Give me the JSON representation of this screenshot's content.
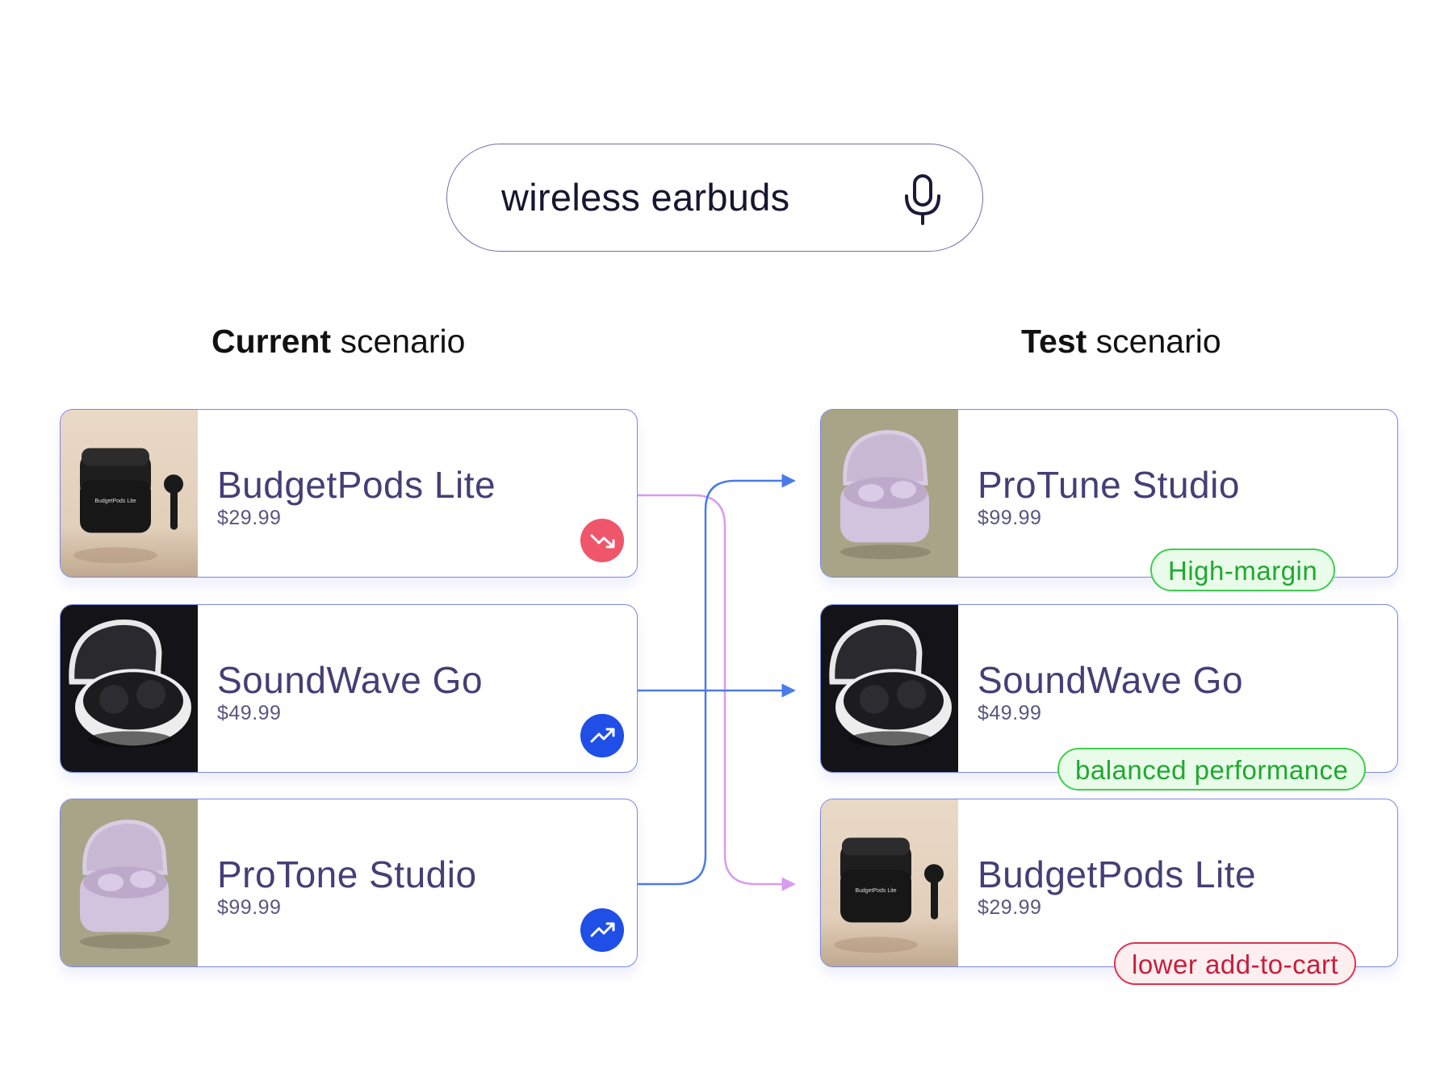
{
  "search": {
    "query": "wireless earbuds",
    "icon": "microphone-icon"
  },
  "scenarios": {
    "current": {
      "bold": "Current",
      "rest": " scenario"
    },
    "test": {
      "bold": "Test",
      "rest": " scenario"
    }
  },
  "current_list": [
    {
      "name": "BudgetPods Lite",
      "price": "$29.99",
      "trend": "down",
      "trend_color": "#f0566b",
      "case_label": "BudgetPods Lite"
    },
    {
      "name": "SoundWave Go",
      "price": "$49.99",
      "trend": "up",
      "trend_color": "#1f4fe6"
    },
    {
      "name": "ProTone Studio",
      "price": "$99.99",
      "trend": "up",
      "trend_color": "#1f4fe6"
    }
  ],
  "test_list": [
    {
      "name": "ProTune Studio",
      "price": "$99.99",
      "badge": "High-margin",
      "badge_type": "positive"
    },
    {
      "name": "SoundWave Go",
      "price": "$49.99",
      "badge": "balanced performance",
      "badge_type": "positive"
    },
    {
      "name": "BudgetPods Lite",
      "price": "$29.99",
      "badge": "lower add-to-cart",
      "badge_type": "negative",
      "case_label": "BudgetPods Lite"
    }
  ],
  "colors": {
    "connector_blue": "#4a7be8",
    "connector_pink": "#d79cf0",
    "card_border": "#7a86e8",
    "positive": "#3ecf4e",
    "negative": "#e0334f"
  }
}
